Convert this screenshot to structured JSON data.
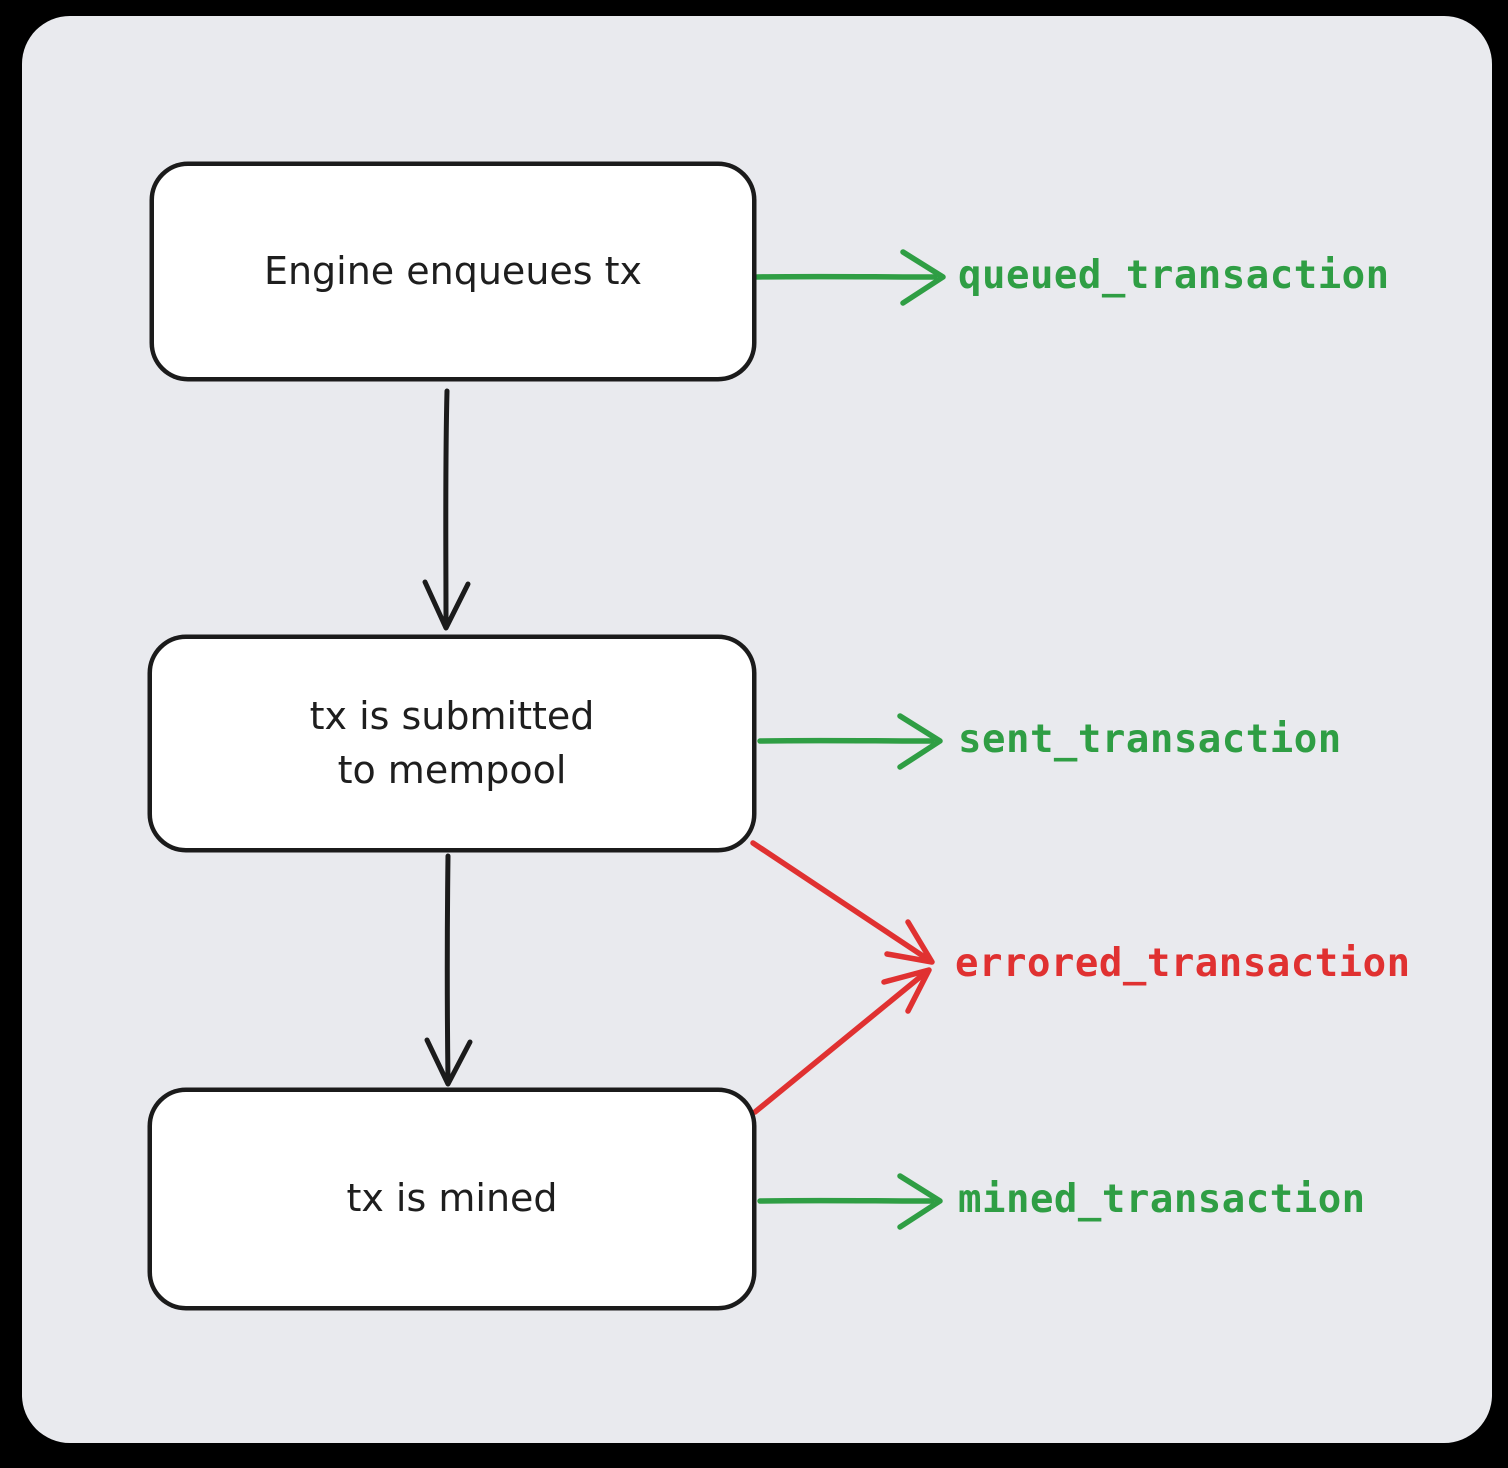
{
  "diagram": {
    "nodes": [
      {
        "id": "engine-enqueues-tx",
        "label": "Engine enqueues tx"
      },
      {
        "id": "tx-submitted-to-mempool",
        "label": "tx is submitted\nto mempool"
      },
      {
        "id": "tx-is-mined",
        "label": "tx is mined"
      }
    ],
    "events": [
      {
        "id": "queued-transaction",
        "label": "queued_transaction",
        "status": "success",
        "source": "engine-enqueues-tx"
      },
      {
        "id": "sent-transaction",
        "label": "sent_transaction",
        "status": "success",
        "source": "tx-submitted-to-mempool"
      },
      {
        "id": "errored-transaction",
        "label": "errored_transaction",
        "status": "error",
        "source": "tx-submitted-to-mempool, tx-is-mined"
      },
      {
        "id": "mined-transaction",
        "label": "mined_transaction",
        "status": "success",
        "source": "tx-is-mined"
      }
    ],
    "flow": [
      {
        "from": "engine-enqueues-tx",
        "to": "tx-submitted-to-mempool"
      },
      {
        "from": "tx-submitted-to-mempool",
        "to": "tx-is-mined"
      }
    ],
    "colors": {
      "success": "#2f9e44",
      "error": "#e03131",
      "ink": "#1b1b1b",
      "panel_bg": "#e9eaee",
      "canvas_bg": "#000000",
      "node_bg": "#ffffff"
    }
  }
}
